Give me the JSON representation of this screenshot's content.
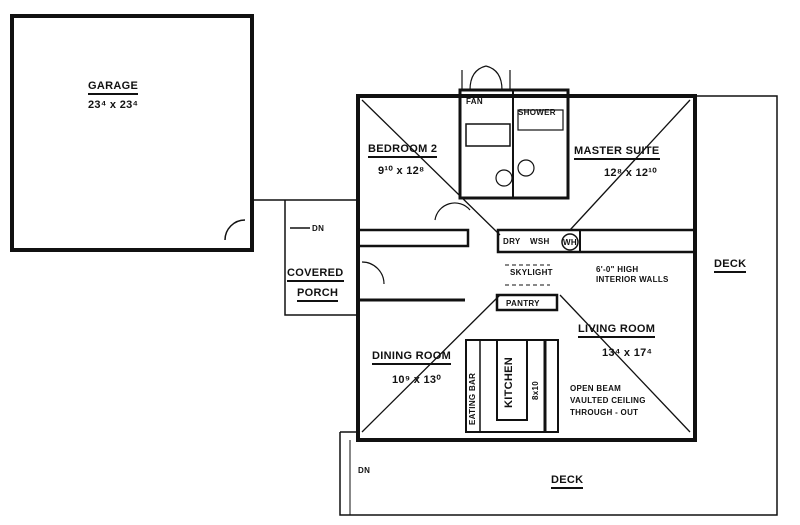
{
  "plan": {
    "rooms": {
      "garage": {
        "name": "GARAGE",
        "size": "23⁴ x 23⁴"
      },
      "bedroom2": {
        "name": "BEDROOM 2",
        "size": "9¹⁰ x 12⁸"
      },
      "master": {
        "name": "MASTER SUITE",
        "size": "12⁸ x 12¹⁰"
      },
      "dining": {
        "name": "DINING ROOM",
        "size": "10⁹ x 13⁰"
      },
      "living": {
        "name": "LIVING ROOM",
        "size": "13⁴ x 17⁴"
      },
      "kitchen": {
        "name": "KITCHEN",
        "size": "8x10"
      },
      "porch": {
        "line1": "COVERED",
        "line2": "PORCH"
      },
      "deck_right": "DECK",
      "deck_bottom": "DECK"
    },
    "fixtures": {
      "fan": "FAN",
      "shower": "SHOWER",
      "dryer": "DRY",
      "washer": "WSH",
      "water_heater": "WH",
      "pantry": "PANTRY",
      "skylight": "SKYLIGHT",
      "eating_bar": "EATING BAR"
    },
    "notes": {
      "walls1": "6'-0\" HIGH",
      "walls2": "INTERIOR WALLS",
      "ceiling1": "OPEN BEAM",
      "ceiling2": "VAULTED CEILING",
      "ceiling3": "THROUGH - OUT"
    },
    "stairs": {
      "porch_dn": "DN",
      "deck_dn": "DN"
    }
  }
}
